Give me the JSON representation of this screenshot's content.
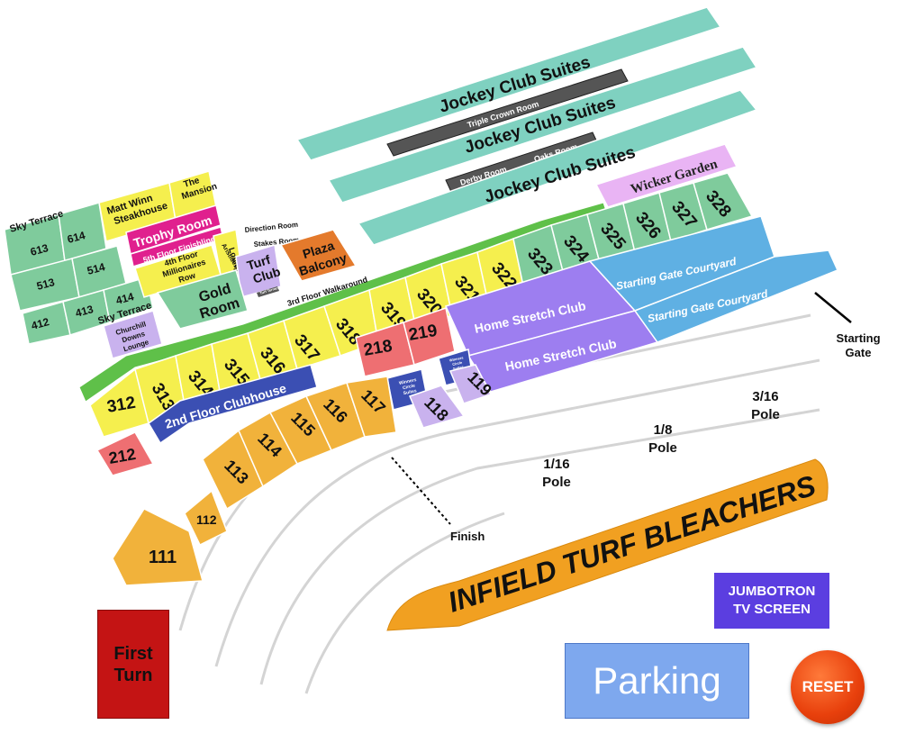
{
  "colors": {
    "jockey": "#7fd1c0",
    "orange": "#f1b23b",
    "yellow": "#f5ef4e",
    "green_suite": "#7fcb9c",
    "lavender": "#c9b2ee",
    "purple_club": "#9d7ef0",
    "blue_courtyard": "#5fb0e3",
    "pink": "#ee6f72",
    "navy": "#3b4fb3",
    "dark_room": "#555555",
    "magenta": "#e0208e",
    "walkway": "#5fc049",
    "wicker": "#e9b4f4",
    "plaza": "#e47a2c",
    "first_turn": "#c41414",
    "jumbotron": "#5b3ee0",
    "parking": "#7ea8ee",
    "reset": "#e8400c"
  },
  "suites": {
    "jockey_club_1": "Jockey Club Suites",
    "jockey_club_2": "Jockey Club Suites",
    "jockey_club_3": "Jockey Club Suites",
    "triple_crown_room": "Triple Crown Room",
    "derby_room": "Derby Room",
    "oaks_room": "Oaks Room",
    "wicker_garden": "Wicker Garden"
  },
  "upper_left": {
    "sky_terrace_top": "Sky Terrace",
    "sky_terrace_bottom": "Sky Terrace",
    "sections": [
      "613",
      "614",
      "513",
      "514",
      "412",
      "413",
      "414"
    ],
    "matt_winn": [
      "Matt Winn",
      "Steakhouse"
    ],
    "the_mansion": [
      "The",
      "Mansion"
    ],
    "trophy_room": "Trophy Room",
    "fifth_floor": "5th Floor Finishline",
    "millionaires": [
      "4th Floor",
      "Millionaires",
      "Row"
    ],
    "aristides": "Aristides",
    "lounge": "Lounge",
    "direction_room": "Direction Room",
    "stakes_room": "Stakes Room",
    "turf_club": [
      "Turf",
      "Club"
    ],
    "turf_terrace": "Turf Terrace",
    "plaza_balcony": [
      "Plaza",
      "Balcony"
    ],
    "gold_room": [
      "Gold",
      "Room"
    ],
    "churchill_downs_lounge": [
      "Churchill",
      "Downs",
      "Lounge"
    ],
    "walkaround": "3rd Floor Walkaround"
  },
  "sections_3xx": [
    "312",
    "313",
    "314",
    "315",
    "316",
    "317",
    "318",
    "319",
    "320",
    "321",
    "322",
    "323",
    "324",
    "325",
    "326",
    "327",
    "328"
  ],
  "sections_2xx": [
    "212",
    "218",
    "219"
  ],
  "sections_1xx": [
    "111",
    "112",
    "113",
    "114",
    "115",
    "116",
    "117",
    "118",
    "119"
  ],
  "clubs": {
    "second_floor_clubhouse": "2nd Floor Clubhouse",
    "home_stretch_1": "Home Stretch Club",
    "home_stretch_2": "Home Stretch Club",
    "starting_gate_courtyard_1": "Starting Gate Courtyard",
    "starting_gate_courtyard_2": "Starting Gate Courtyard",
    "winners_circle_suites": [
      "Winners",
      "Circle",
      "Suites"
    ],
    "winners_circle_small": [
      "Winners",
      "Circle",
      "Suites"
    ]
  },
  "track": {
    "starting_gate": [
      "Starting",
      "Gate"
    ],
    "pole_3_16": [
      "3/16",
      "Pole"
    ],
    "pole_1_8": [
      "1/8",
      "Pole"
    ],
    "pole_1_16": [
      "1/16",
      "Pole"
    ],
    "finish": "Finish",
    "infield": "INFIELD TURF BLEACHERS"
  },
  "buttons": {
    "first_turn": [
      "First",
      "Turn"
    ],
    "parking": "Parking",
    "jumbotron": [
      "JUMBOTRON",
      "TV SCREEN"
    ],
    "reset": "RESET"
  }
}
